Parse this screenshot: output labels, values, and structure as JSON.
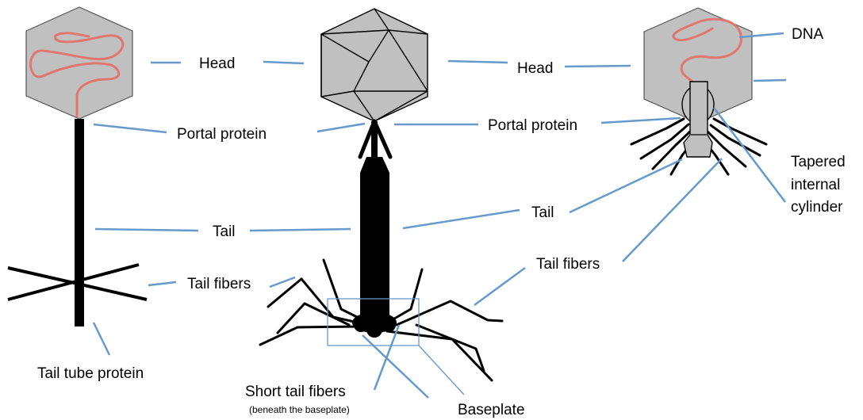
{
  "colors": {
    "head_fill": "#c0c0c0",
    "outline": "#000000",
    "dna": "#e0766f",
    "leader": "#6699cc",
    "baseplate_box": "#6699cc"
  },
  "labels": {
    "left": {
      "head": "Head",
      "portal": "Portal protein",
      "tail": "Tail",
      "tail_fibers": "Tail fibers",
      "tail_tube": "Tail tube protein"
    },
    "middle": {
      "short_fibers": "Short tail fibers",
      "short_fibers_note": "(beneath the baseplate)",
      "baseplate": "Baseplate"
    },
    "right": {
      "dna": "DNA",
      "head": "Head",
      "portal": "Portal protein",
      "tail": "Tail",
      "tail_fibers": "Tail fibers",
      "cylinder_line1": "Tapered",
      "cylinder_line2": "internal",
      "cylinder_line3": "cylinder"
    }
  }
}
